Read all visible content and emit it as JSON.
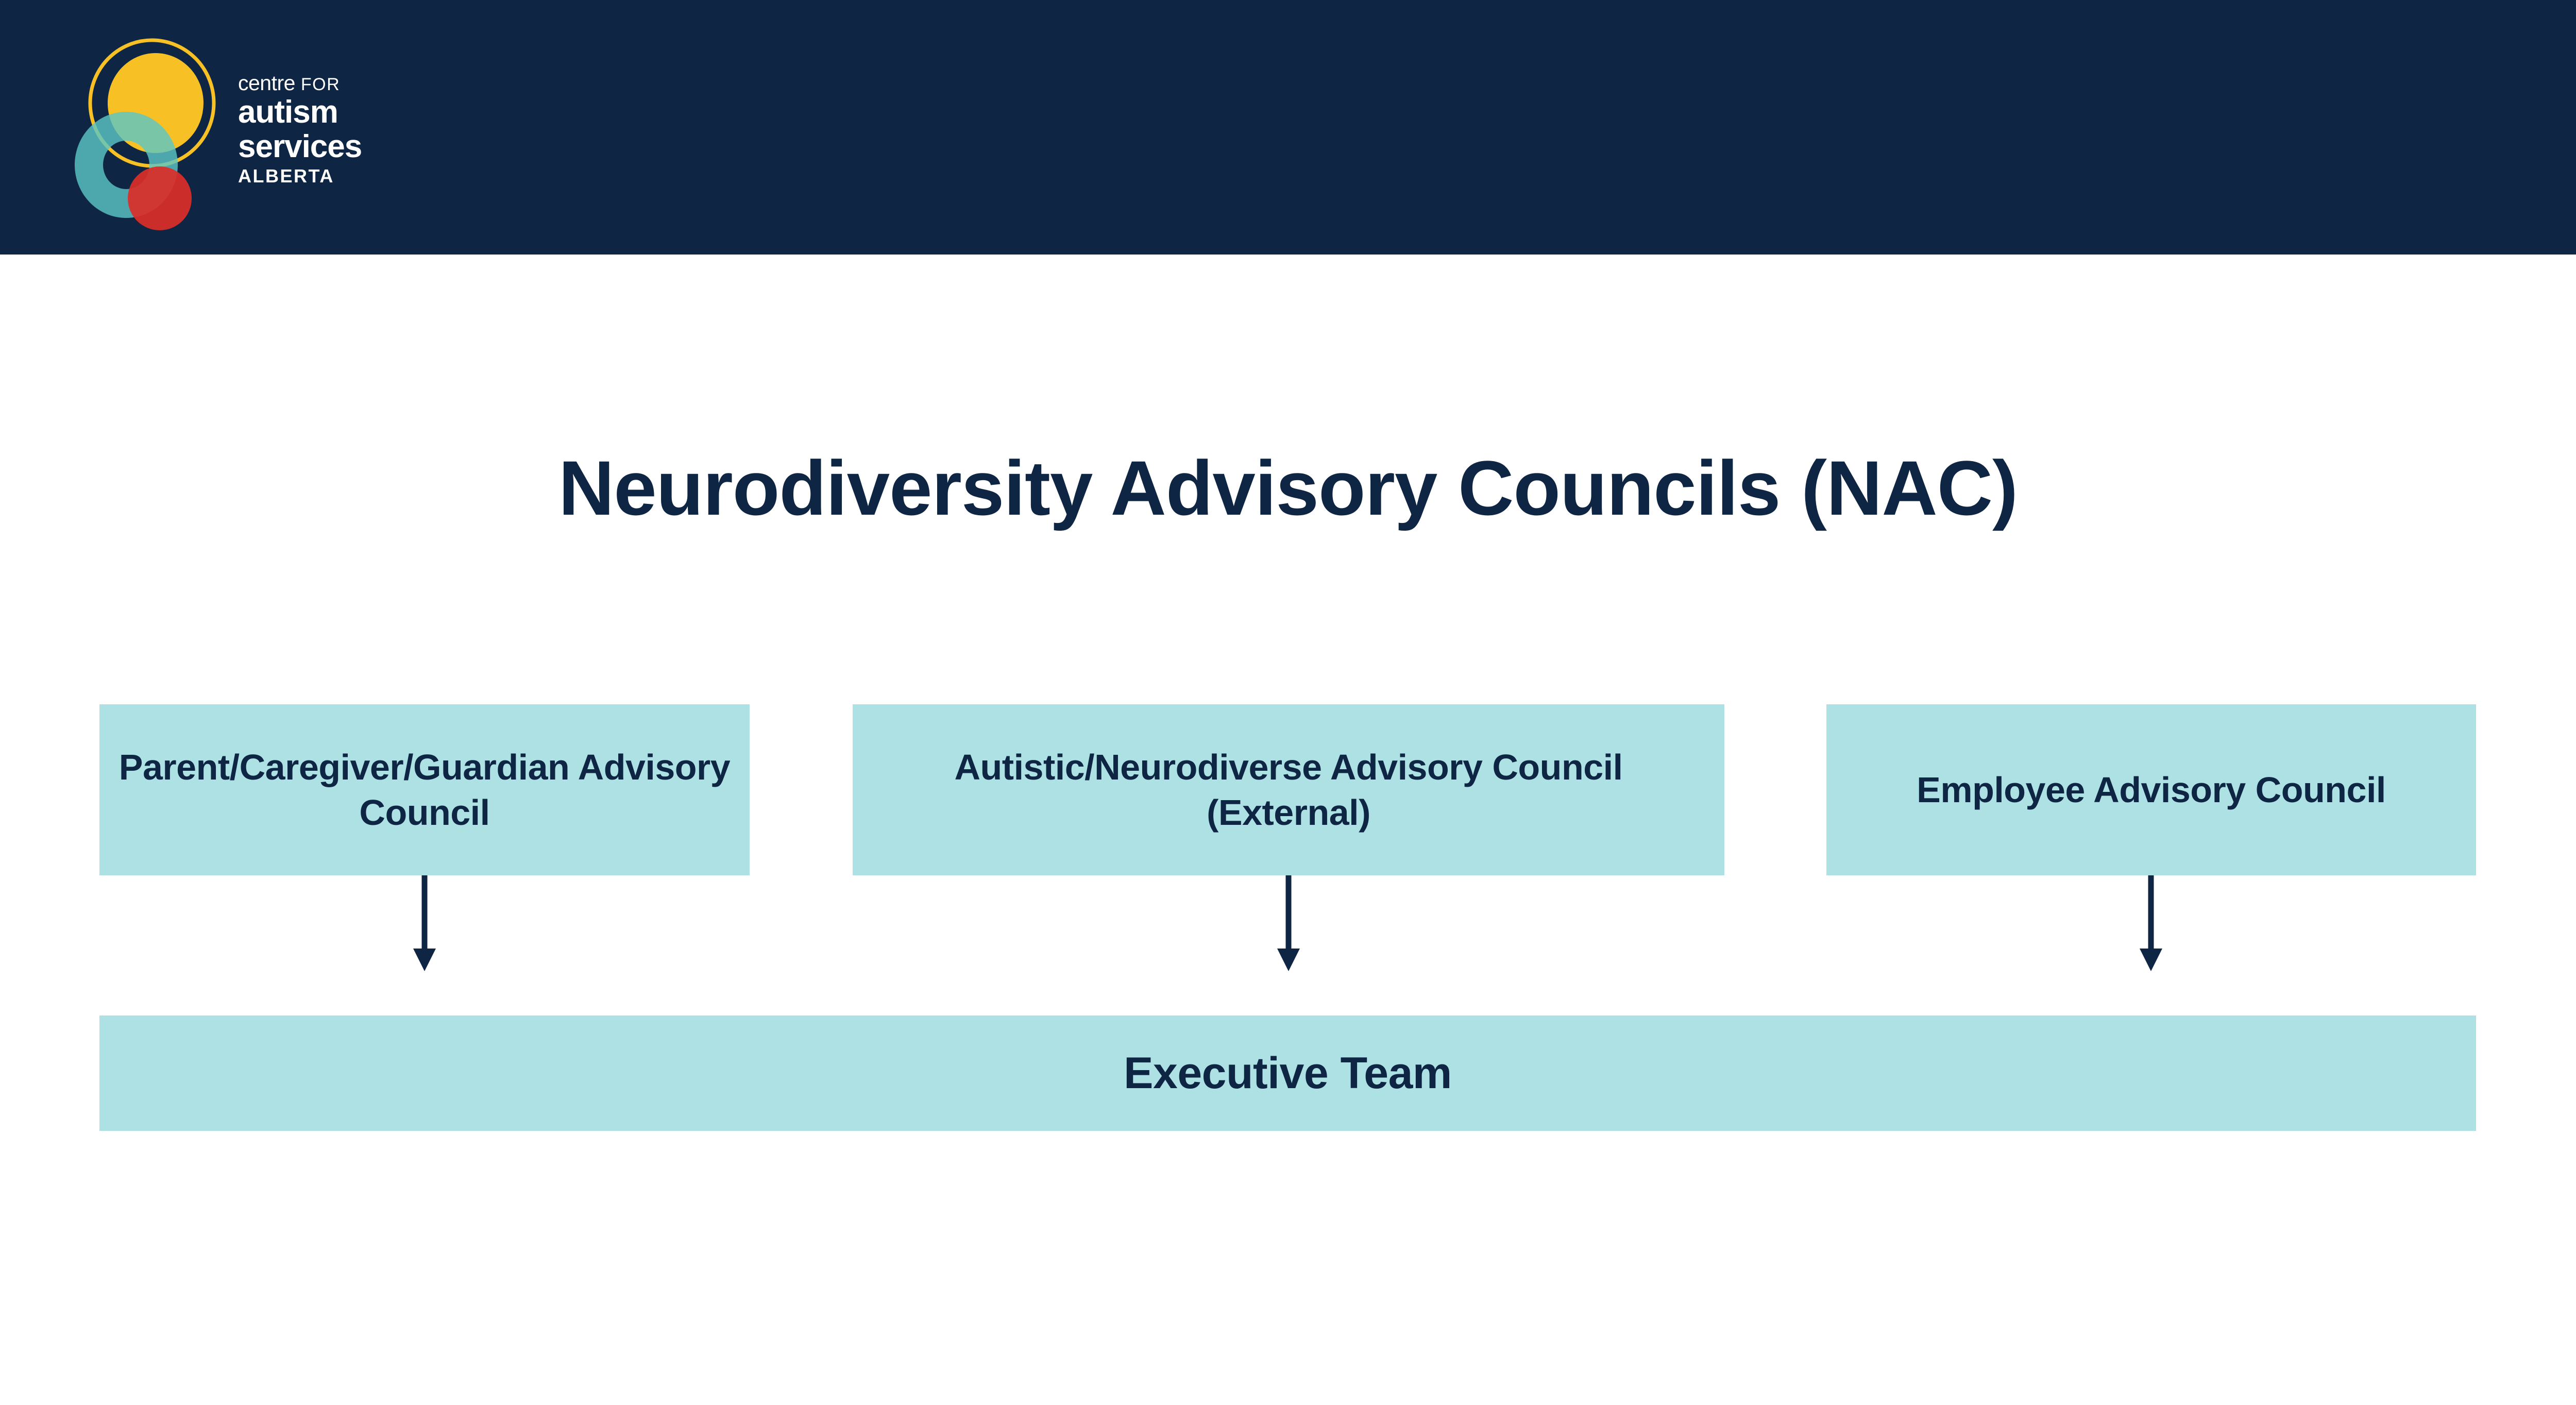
{
  "header": {
    "background_color": "#0E2644",
    "logo": {
      "name": "centre-for-autism-services-alberta-logo",
      "line1_prefix": "centre",
      "line1_suffix": "FOR",
      "line2": "autism",
      "line3": "services",
      "line4": "ALBERTA",
      "colors": {
        "yellow": "#F7C024",
        "teal": "#5CC6C4",
        "red": "#DB2E28",
        "green_overlap": "#7BA84B",
        "text": "#FFFFFF"
      }
    }
  },
  "main": {
    "title": "Neurodiversity Advisory Councils (NAC)",
    "title_color": "#0E2644",
    "box_fill_color": "#ADE1E3",
    "arrow_color": "#0E2644",
    "councils": [
      {
        "label": "Parent/Caregiver/Guardian Advisory Council"
      },
      {
        "label": "Autistic/Neurodiverse Advisory Council (External)"
      },
      {
        "label": "Employee Advisory Council"
      }
    ],
    "executive": {
      "label": "Executive Team"
    }
  }
}
